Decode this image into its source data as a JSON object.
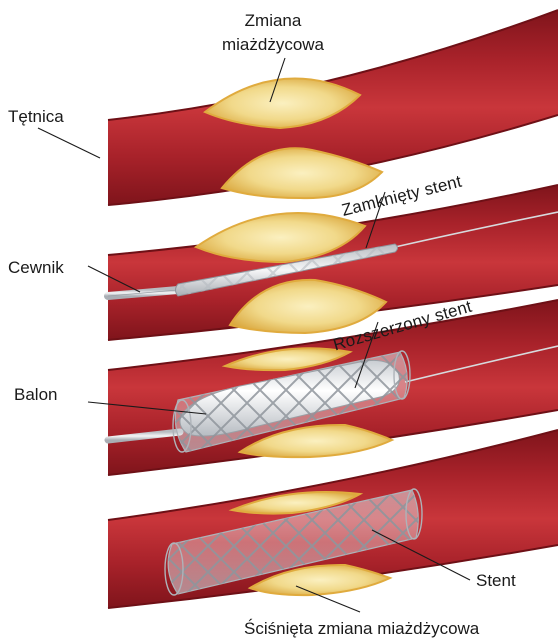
{
  "labels": {
    "plaque_line1": "Zmiana",
    "plaque_line2": "miażdżycowa",
    "artery": "Tętnica",
    "closed_stent": "Zamknięty stent",
    "catheter": "Cewnik",
    "expanded_stent": "Rozszerzony stent",
    "balloon": "Balon",
    "stent": "Stent",
    "compressed_plaque": "Ściśnięta zmiana miażdżycowa"
  },
  "colors": {
    "vessel_outer": "#8e1a22",
    "vessel_mid": "#b3252c",
    "vessel_lumen": "#cf3a3e",
    "plaque_edge": "#e7b94a",
    "plaque_core": "#f6e7a8",
    "stent_mesh": "#9a9fa6",
    "balloon": "#e9ecef",
    "catheter": "#cfd3d7"
  }
}
